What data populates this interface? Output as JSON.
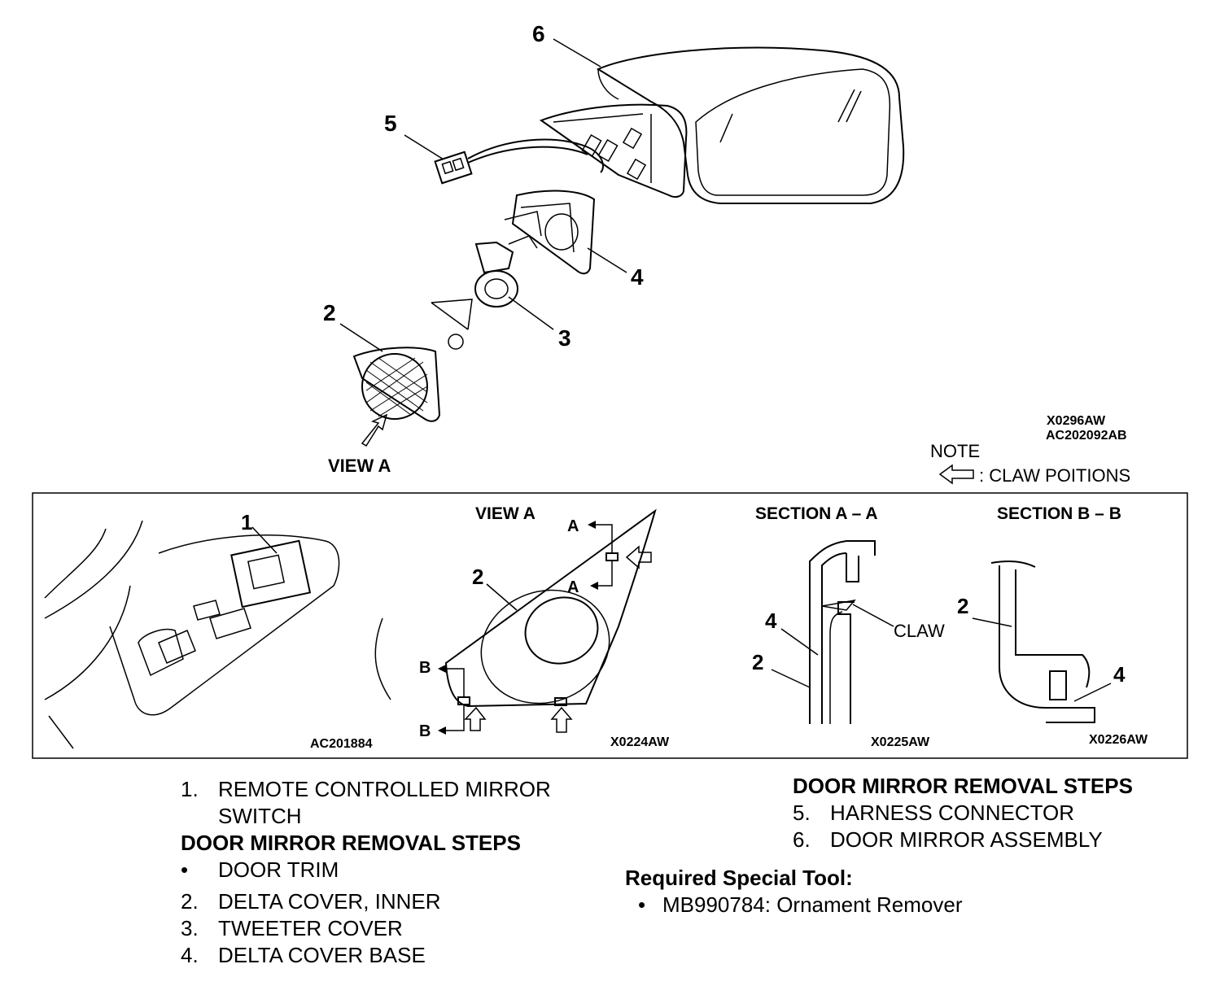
{
  "callouts": {
    "n1": "1",
    "n2": "2",
    "n3": "3",
    "n4": "4",
    "n5": "5",
    "n6": "6"
  },
  "top": {
    "view_a": "VIEW A",
    "code1": "X0296AW",
    "code2": "AC202092AB",
    "note_title": "NOTE",
    "note_text": ": CLAW POITIONS"
  },
  "panel": {
    "view_a": "VIEW A",
    "section_aa": "SECTION A – A",
    "section_bb": "SECTION B – B",
    "claw": "CLAW",
    "letter_a": "A",
    "letter_b": "B",
    "code_left": "AC201884",
    "code_mid": "X0224AW",
    "code_aa": "X0225AW",
    "code_bb": "X0226AW"
  },
  "legend_left": {
    "item1_num": "1.",
    "item1_line1": "REMOTE CONTROLLED MIRROR",
    "item1_line2": "SWITCH",
    "heading": "DOOR MIRROR REMOVAL STEPS",
    "bullet": "•",
    "bullet_text": "DOOR TRIM",
    "item2_num": "2.",
    "item2": "DELTA COVER, INNER",
    "item3_num": "3.",
    "item3": "TWEETER COVER",
    "item4_num": "4.",
    "item4": "DELTA COVER BASE"
  },
  "legend_right": {
    "heading": "DOOR MIRROR REMOVAL STEPS",
    "item5_num": "5.",
    "item5": "HARNESS CONNECTOR",
    "item6_num": "6.",
    "item6": "DOOR MIRROR ASSEMBLY",
    "tool_heading": "Required Special Tool:",
    "tool_bullet": "•",
    "tool": "MB990784: Ornament Remover"
  }
}
